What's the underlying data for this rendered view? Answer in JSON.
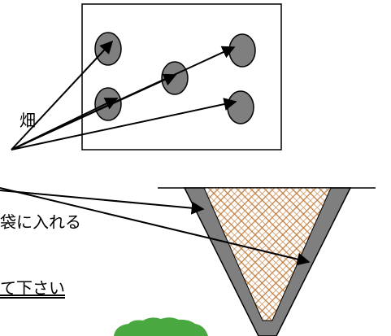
{
  "labels": {
    "field": "畑",
    "bag": "袋に入れる",
    "please": "て下さい"
  },
  "colors": {
    "spot_fill": "#7f7f7f",
    "funnel_wall": "#7f7f7f",
    "mesh": "#c07a3a",
    "tree": "#49a83f",
    "line": "#000000"
  }
}
